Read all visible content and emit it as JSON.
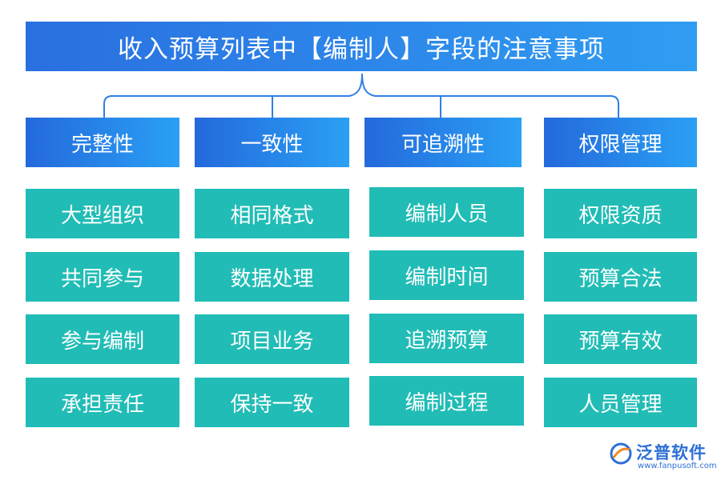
{
  "title": "收入预算列表中【编制人】字段的注意事项",
  "columns": [
    {
      "header": "完整性",
      "items": [
        "大型组织",
        "共同参与",
        "参与编制",
        "承担责任"
      ]
    },
    {
      "header": "一致性",
      "items": [
        "相同格式",
        "数据处理",
        "项目业务",
        "保持一致"
      ]
    },
    {
      "header": "可追溯性",
      "items": [
        "编制人员",
        "编制时间",
        "追溯预算",
        "编制过程"
      ]
    },
    {
      "header": "权限管理",
      "items": [
        "权限资质",
        "预算合法",
        "预算有效",
        "人员管理"
      ]
    }
  ],
  "logo": {
    "name": "泛普软件",
    "url": "www.fanpusoft.com"
  },
  "colors": {
    "title": "#2a6fe0",
    "header": "#2a8ff0",
    "cell": "#21bcb6",
    "connector": "#2f7fe6"
  }
}
